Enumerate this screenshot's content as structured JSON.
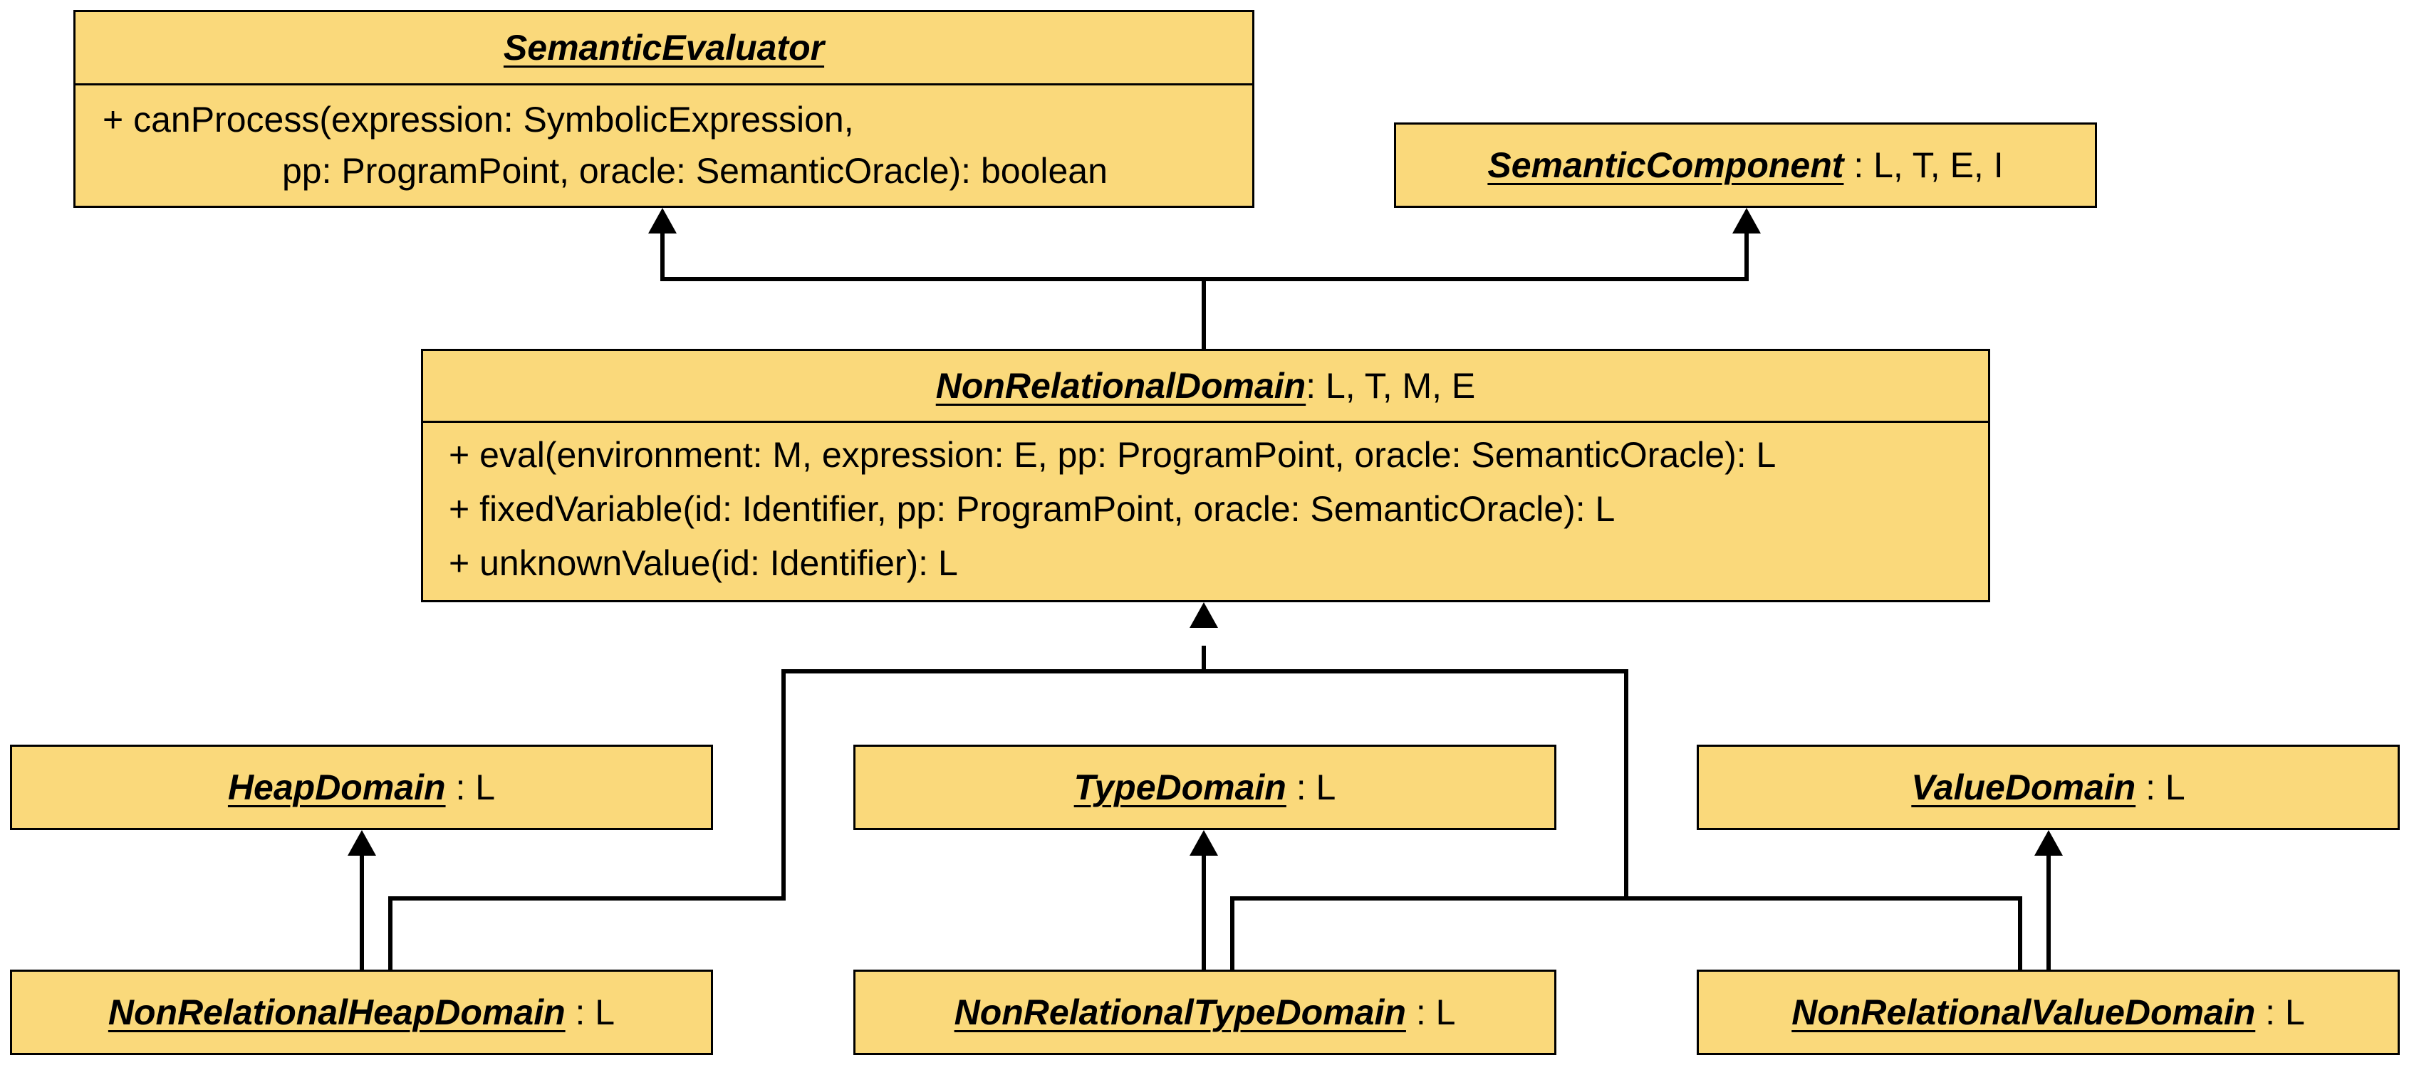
{
  "classes": {
    "semantic_evaluator": {
      "name": "SemanticEvaluator",
      "params": "",
      "methods": [
        "+ canProcess(expression: SymbolicExpression,",
        "pp: ProgramPoint, oracle: SemanticOracle): boolean"
      ]
    },
    "semantic_component": {
      "name": "SemanticComponent",
      "params": " : L, T, E, I"
    },
    "non_relational_domain": {
      "name": "NonRelationalDomain",
      "params": ": L, T, M, E",
      "methods": [
        "+ eval(environment: M, expression: E, pp: ProgramPoint, oracle: SemanticOracle): L",
        "+ fixedVariable(id: Identifier, pp: ProgramPoint, oracle: SemanticOracle): L",
        "+ unknownValue(id: Identifier): L"
      ]
    },
    "heap_domain": {
      "name": "HeapDomain",
      "params": " : L"
    },
    "type_domain": {
      "name": "TypeDomain",
      "params": " : L"
    },
    "value_domain": {
      "name": "ValueDomain",
      "params": " : L"
    },
    "non_relational_heap_domain": {
      "name": "NonRelationalHeapDomain",
      "params": " : L"
    },
    "non_relational_type_domain": {
      "name": "NonRelationalTypeDomain",
      "params": " : L"
    },
    "non_relational_value_domain": {
      "name": "NonRelationalValueDomain",
      "params": " : L"
    }
  },
  "relations": [
    {
      "from": "NonRelationalDomain",
      "to": "SemanticEvaluator",
      "type": "generalization"
    },
    {
      "from": "NonRelationalDomain",
      "to": "SemanticComponent",
      "type": "generalization"
    },
    {
      "from": "NonRelationalHeapDomain",
      "to": "HeapDomain",
      "type": "generalization"
    },
    {
      "from": "NonRelationalHeapDomain",
      "to": "NonRelationalDomain",
      "type": "generalization"
    },
    {
      "from": "NonRelationalTypeDomain",
      "to": "TypeDomain",
      "type": "generalization"
    },
    {
      "from": "NonRelationalTypeDomain",
      "to": "NonRelationalDomain",
      "type": "generalization"
    },
    {
      "from": "NonRelationalValueDomain",
      "to": "ValueDomain",
      "type": "generalization"
    },
    {
      "from": "NonRelationalValueDomain",
      "to": "NonRelationalDomain",
      "type": "generalization"
    }
  ],
  "colors": {
    "box_fill": "#fad97b",
    "stroke": "#000000"
  }
}
